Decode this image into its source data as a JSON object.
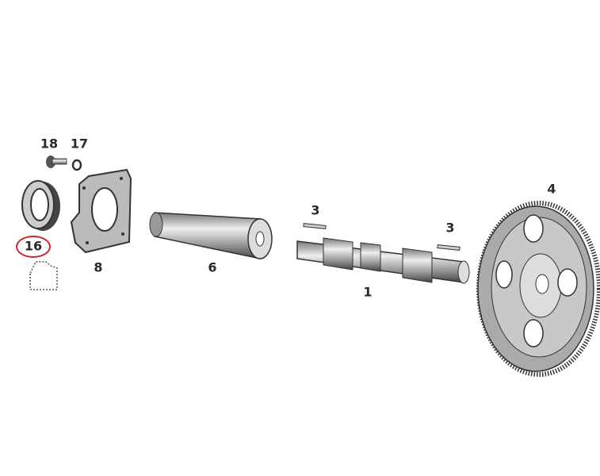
{
  "diagram": {
    "highlight_color": "#d0202a",
    "parts": [
      {
        "id": "18",
        "label": "18",
        "name": "bolt"
      },
      {
        "id": "17",
        "label": "17",
        "name": "washer"
      },
      {
        "id": "16",
        "label": "16",
        "name": "seal",
        "highlighted": true
      },
      {
        "id": "8",
        "label": "8",
        "name": "bracket"
      },
      {
        "id": "6",
        "label": "6",
        "name": "sleeve"
      },
      {
        "id": "3a",
        "label": "3",
        "name": "key"
      },
      {
        "id": "3b",
        "label": "3",
        "name": "key"
      },
      {
        "id": "1",
        "label": "1",
        "name": "camshaft"
      },
      {
        "id": "4",
        "label": "4",
        "name": "gear"
      }
    ]
  }
}
